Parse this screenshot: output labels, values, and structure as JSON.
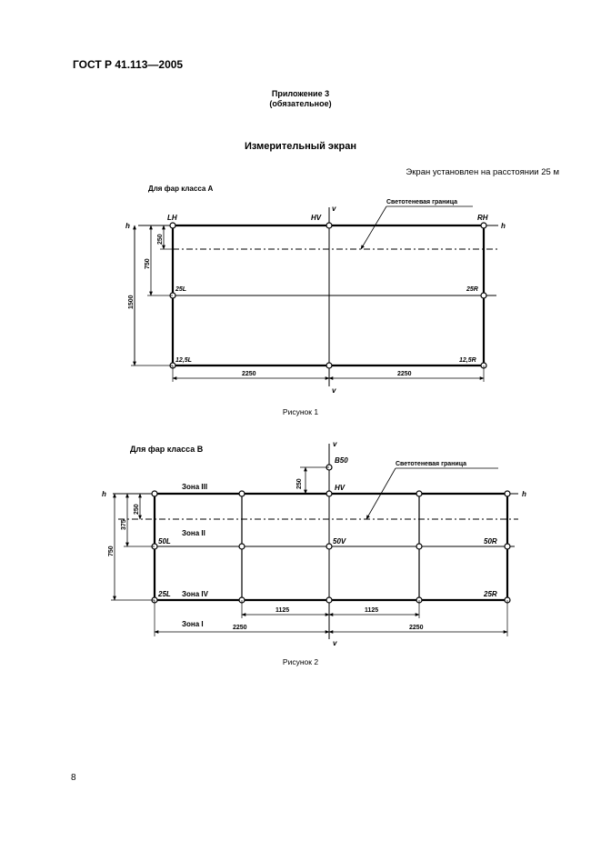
{
  "header": {
    "standard": "ГОСТ Р 41.113—2005"
  },
  "annex": {
    "title": "Приложение 3",
    "status": "(обязательное)"
  },
  "section_title": "Измерительный экран",
  "distance_note": "Экран установлен на расстоянии 25 м",
  "figure1": {
    "class_label": "Для фар класса А",
    "cutoff_label": "Светотеневая граница",
    "axis_h": "h",
    "axis_v": "v",
    "point_LH": "LH",
    "point_HV": "HV",
    "point_RH": "RH",
    "point_25L": "25L",
    "point_25R": "25R",
    "point_125L": "12,5L",
    "point_125R": "12,5R",
    "dim_250": "250",
    "dim_750": "750",
    "dim_1500": "1500",
    "dim_left": "2250",
    "dim_right": "2250",
    "caption": "Рисунок 1"
  },
  "figure2": {
    "class_label": "Для фар класса В",
    "cutoff_label": "Светотеневая граница",
    "axis_h": "h",
    "axis_v": "v",
    "point_B50": "B50",
    "point_HV": "HV",
    "point_50L": "50L",
    "point_50V": "50V",
    "point_50R": "50R",
    "point_25L": "25L",
    "point_25R": "25R",
    "zone_1": "Зона I",
    "zone_2": "Зона II",
    "zone_3": "Зона III",
    "zone_4": "Зона IV",
    "dim_250_top": "250",
    "dim_250": "250",
    "dim_375": "375",
    "dim_750": "750",
    "dim_1125_left": "1125",
    "dim_1125_right": "1125",
    "dim_left": "2250",
    "dim_right": "2250",
    "caption": "Рисунок 2"
  },
  "page_number": "8"
}
